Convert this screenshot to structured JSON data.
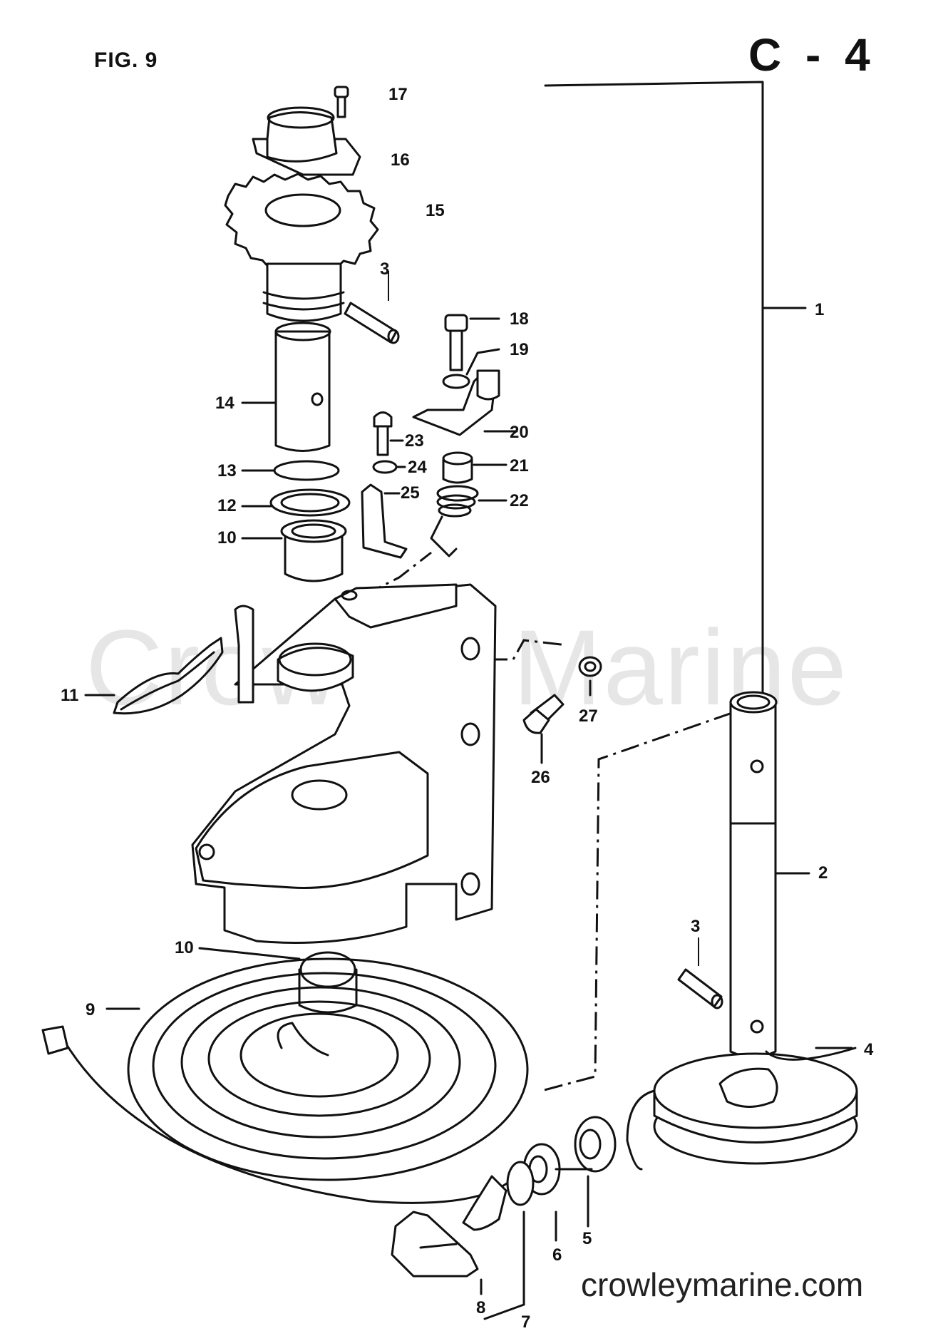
{
  "header": {
    "figure_label": "FIG. 9",
    "page_code": "C - 4"
  },
  "watermark": "Crowley Marine",
  "footer": {
    "website": "crowleymarine.com"
  },
  "callouts": {
    "p1": "1",
    "p2": "2",
    "p3a": "3",
    "p3b": "3",
    "p4": "4",
    "p5": "5",
    "p6": "6",
    "p7": "7",
    "p8": "8",
    "p9": "9",
    "p10a": "10",
    "p10b": "10",
    "p11": "11",
    "p12": "12",
    "p13": "13",
    "p14": "14",
    "p15": "15",
    "p16": "16",
    "p17": "17",
    "p18": "18",
    "p19": "19",
    "p20": "20",
    "p21": "21",
    "p22": "22",
    "p23": "23",
    "p24": "24",
    "p25": "25",
    "p26": "26",
    "p27": "27"
  }
}
